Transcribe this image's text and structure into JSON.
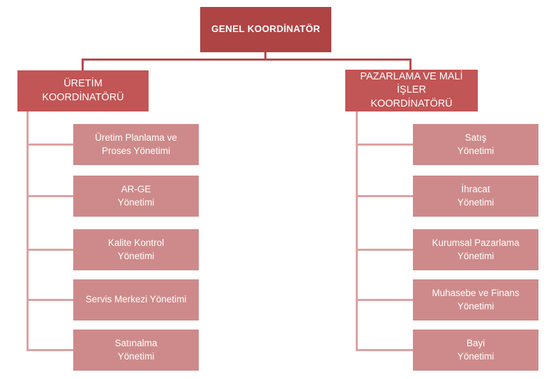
{
  "chart": {
    "type": "org-chart",
    "root": {
      "label": "GENEL KOORDİNATÖR"
    },
    "branches": [
      {
        "label": "ÜRETİM\nKOORDİNATÖRÜ",
        "children": [
          "Üretim Planlama ve\nProses Yönetimi",
          "AR-GE\nYönetimi",
          "Kalite Kontrol\nYönetimi",
          "Servis Merkezi Yönetimi",
          "Satınalma\nYönetimi"
        ]
      },
      {
        "label": "PAZARLAMA VE MALİ İŞLER\nKOORDİNATÖRÜ",
        "children": [
          "Satış\nYönetimi",
          "İhracat\nYönetimi",
          "Kurumsal Pazarlama\nYönetimi",
          "Muhasebe ve Finans\nYönetimi",
          "Bayi\nYönetimi"
        ]
      }
    ],
    "colors": {
      "root_bg": "#ae4444",
      "coordinator_bg": "#c25555",
      "child_bg": "#ce8a8a",
      "connector_dark": "#b34b4b",
      "connector_light": "#dca2a2",
      "text": "#ffffff"
    }
  }
}
